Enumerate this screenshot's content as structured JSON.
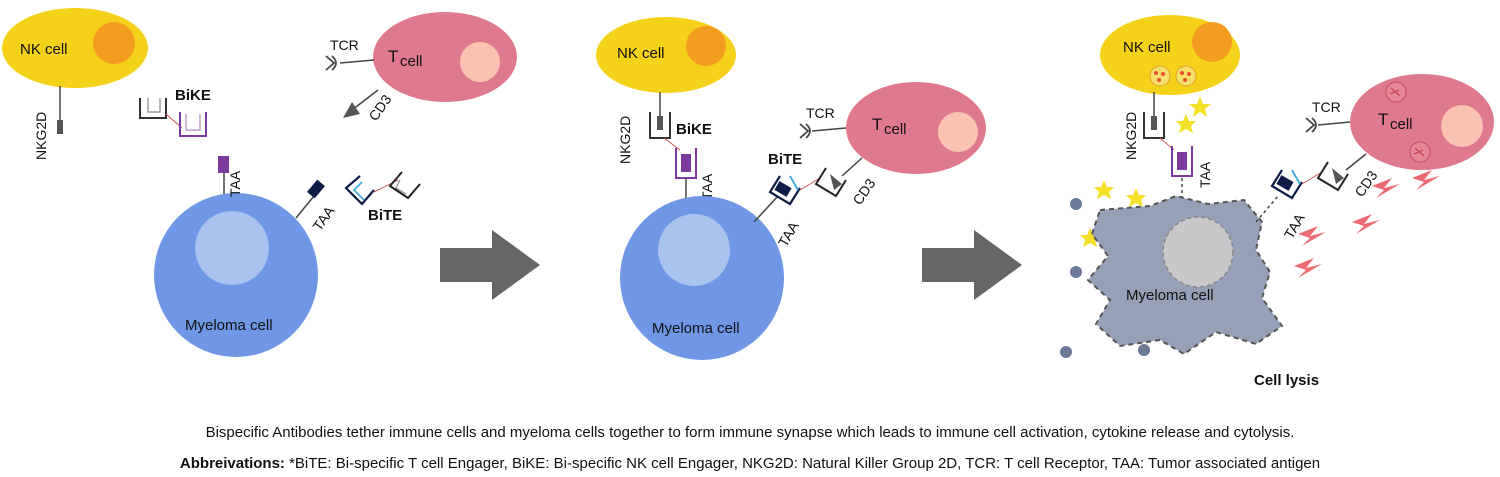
{
  "labels": {
    "nk_cell": "NK cell",
    "t_cell_t": "T",
    "t_cell_cell": "cell",
    "nkg2d": "NKG2D",
    "tcr": "TCR",
    "cd3": "CD3",
    "taa": "TAA",
    "bike": "BiKE",
    "bite": "BiTE",
    "myeloma_cell": "Myeloma cell",
    "cell_lysis": "Cell lysis"
  },
  "caption": {
    "summary": "Bispecific Antibodies tether immune cells and myeloma cells together to form immune synapse which leads to immune cell activation, cytokine release and cytolysis.",
    "abbrev_heading": "Abbreivations:",
    "abbrev_text": " *BiTE: Bi-specific T cell Engager, BiKE: Bi-specific NK cell Engager, NKG2D: Natural Killer Group 2D, TCR: T cell Receptor, TAA: Tumor associated antigen"
  },
  "colors": {
    "nk_cell": "#f5d21a",
    "nk_nucleus": "#f39c1f",
    "t_cell": "#df7a8e",
    "t_nucleus": "#fbc2b3",
    "myeloma": "#6f97e6",
    "myeloma_nucleus": "#a9c2ee",
    "lysed_cell": "#96a1b8",
    "lysed_nucleus": "#c9c7c9",
    "arrow": "#666666",
    "bike_purple": "#7b3a9c",
    "bite_navy": "#0f1b47",
    "bite_cyan": "#3aa7d9",
    "granule": "#e8502e",
    "cytokine": "#f5e12a"
  }
}
